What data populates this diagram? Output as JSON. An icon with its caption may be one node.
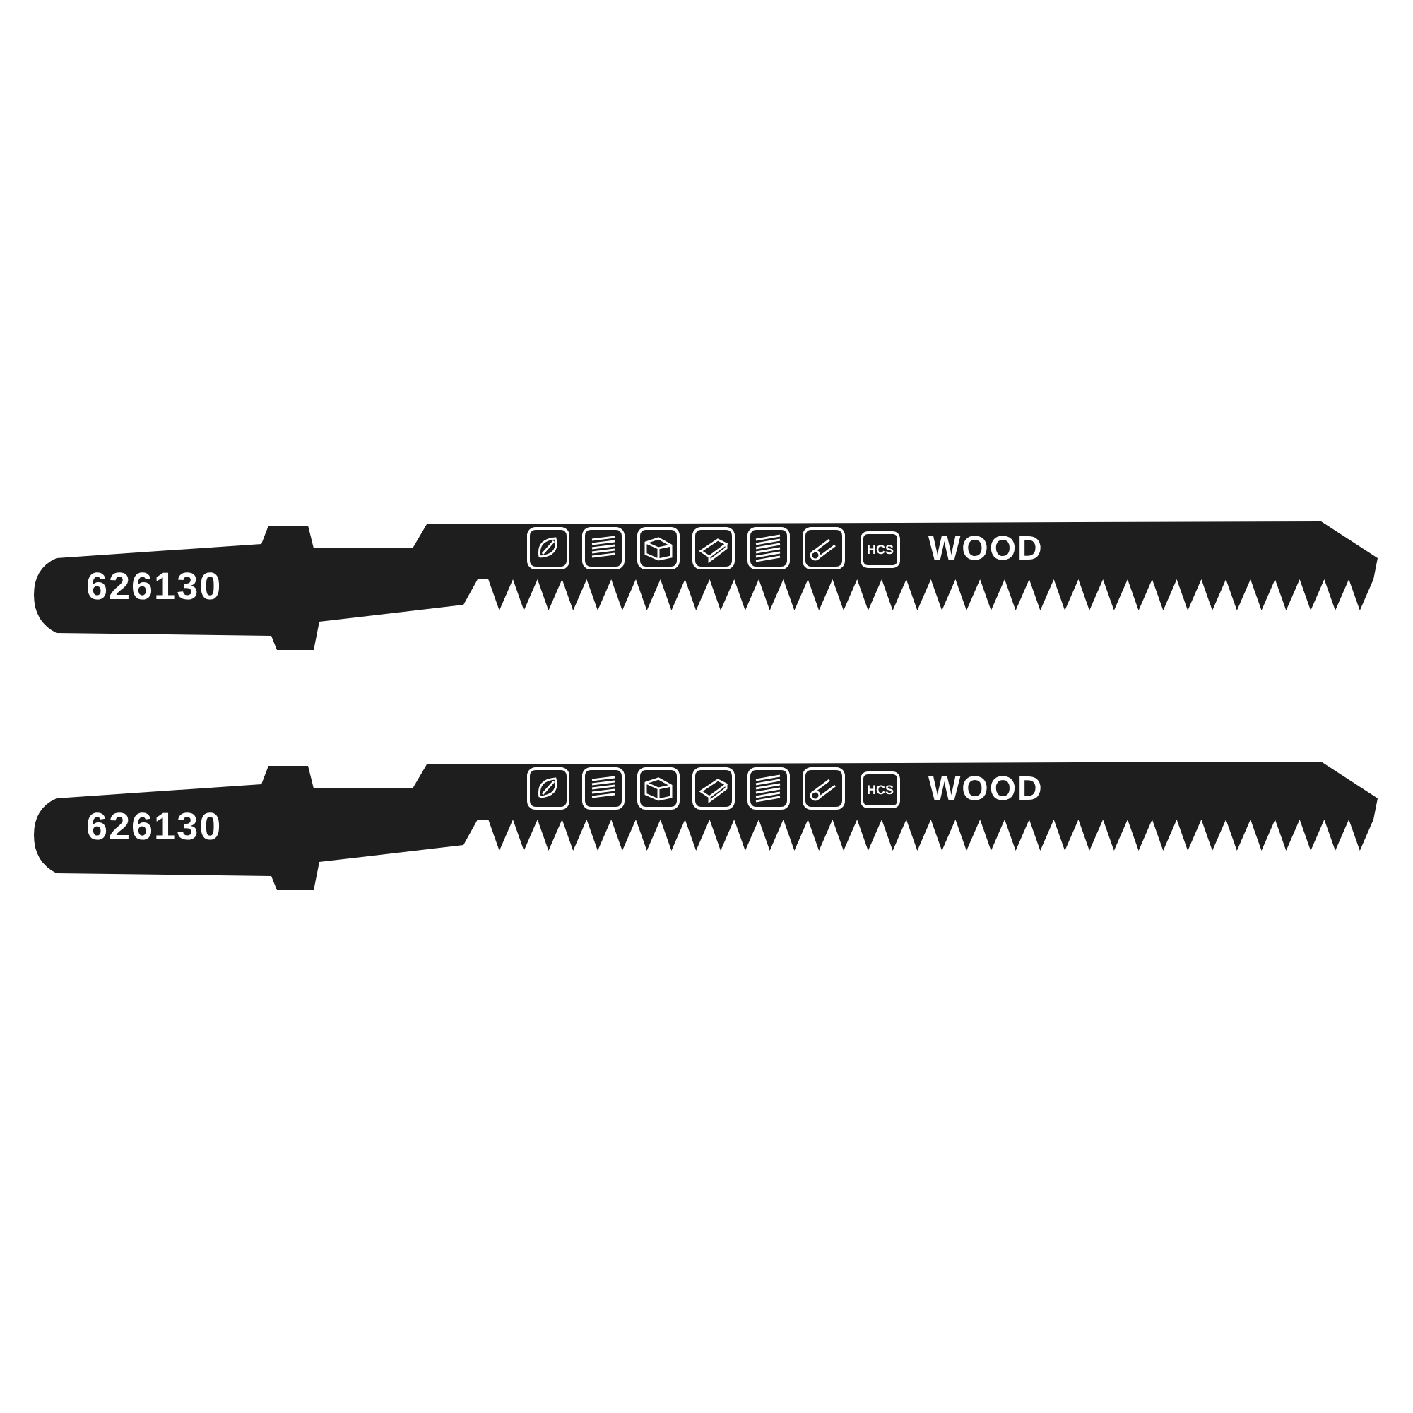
{
  "diagram": {
    "labels": [
      "626130",
      "HCS",
      "WOOD",
      "626130",
      "HCS",
      "WOOD"
    ]
  }
}
